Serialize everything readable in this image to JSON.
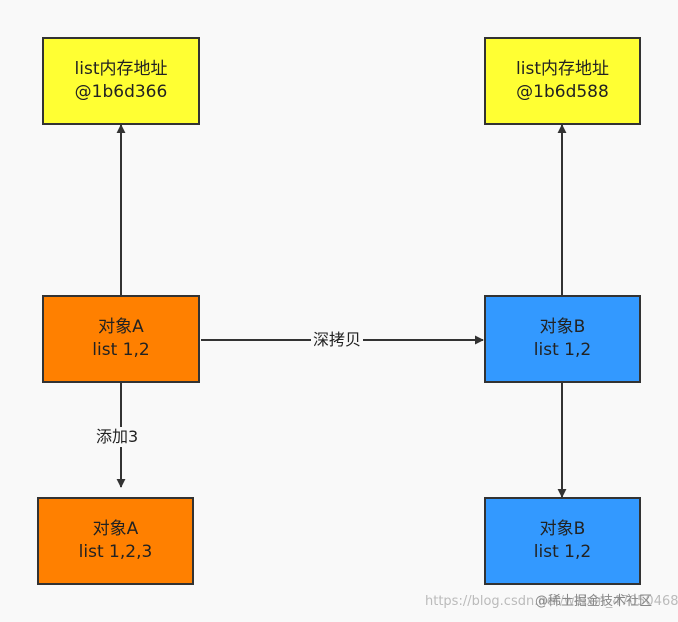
{
  "nodes": {
    "listaddr_a": {
      "line1": "list内存地址",
      "line2": "@1b6d366",
      "color": "#ffff33"
    },
    "listaddr_b": {
      "line1": "list内存地址",
      "line2": "@1b6d588",
      "color": "#ffff33"
    },
    "obj_a": {
      "line1": "对象A",
      "line2": "list 1,2",
      "color": "#ff8000"
    },
    "obj_b": {
      "line1": "对象B",
      "line2": "list 1,2",
      "color": "#3399ff"
    },
    "obj_a_added": {
      "line1": "对象A",
      "line2": "list 1,2,3",
      "color": "#ff8000"
    },
    "obj_b_after": {
      "line1": "对象B",
      "line2": "list 1,2",
      "color": "#3399ff"
    }
  },
  "edges": {
    "deep_copy": "深拷贝",
    "add_three": "添加3"
  },
  "watermark": {
    "url": "https://blog.csdn.net/weixin_47050468",
    "brand": "@稀土掘金技术社区"
  }
}
